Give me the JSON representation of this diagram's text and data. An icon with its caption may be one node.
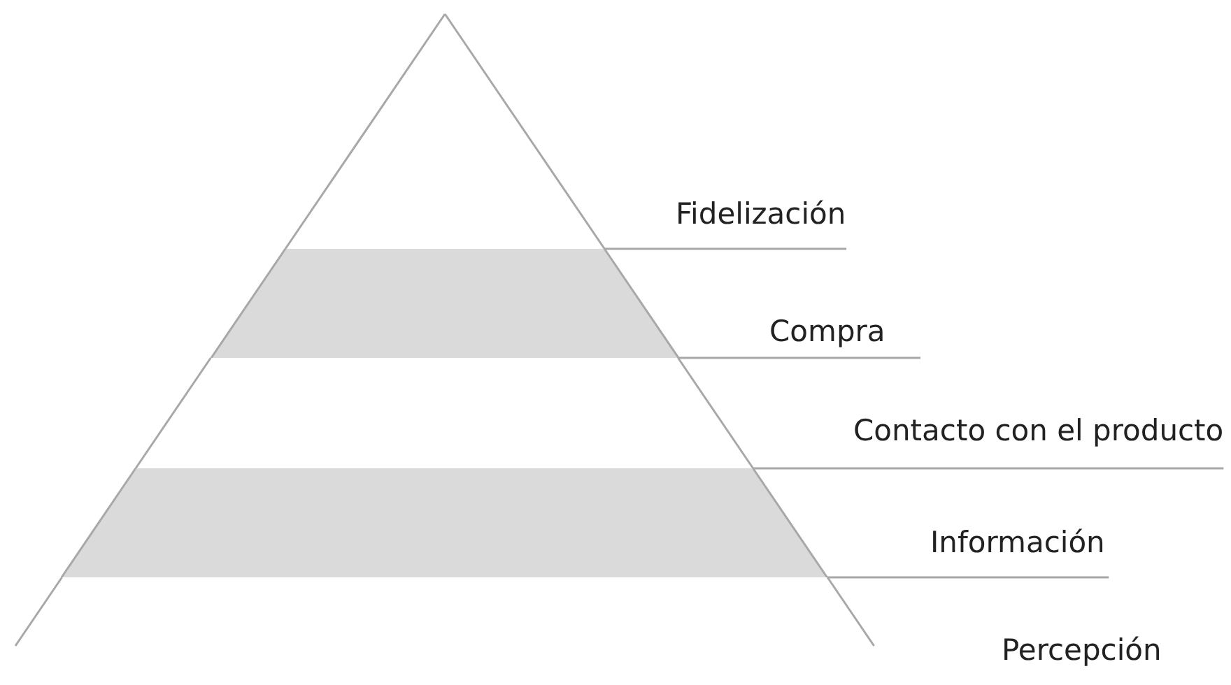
{
  "diagram": {
    "nodes": [
      {
        "text": [
          "Fidelización"
        ]
      },
      {
        "text": [
          "Compra"
        ]
      },
      {
        "text": [
          "Contacto con el producto"
        ]
      },
      {
        "text": [
          "Información"
        ]
      },
      {
        "text": [
          "Percepción"
        ]
      }
    ]
  }
}
